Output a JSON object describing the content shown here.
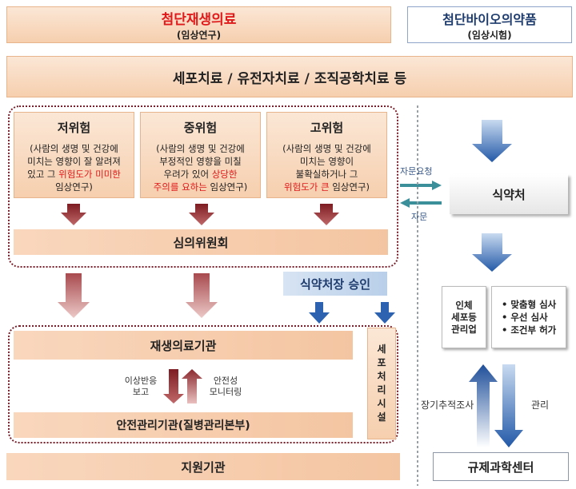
{
  "header": {
    "regen_title": "첨단재생의료",
    "regen_sub": "(임상연구)",
    "bio_title": "첨단바이오의약품",
    "bio_sub": "(임상시험)"
  },
  "banner": "세포치료 / 유전자치료 / 조직공학치료 등",
  "risks": [
    {
      "title": "저위험",
      "line1": "(사람의 생명 및 건강에",
      "line2": "미치는 영향이 잘 알려져",
      "line3_a": "있고 그 ",
      "line3_red": "위험도가 미미한",
      "line4": "임상연구)"
    },
    {
      "title": "중위험",
      "line1": "(사람의 생명 및 건강에",
      "line2": "부정적인 영향을 미칠",
      "line3_a": "우려가 있어 ",
      "line3_red": "상당한",
      "line4_red": "주의를 요하는",
      "line4_b": " 임상연구)"
    },
    {
      "title": "고위험",
      "line1": "(사람의 생명 및 건강에",
      "line2": "미치는 영향이",
      "line3": "불확실하거나 그",
      "line4_red": "위험도가 큰",
      "line4_b": " 임상연구)"
    }
  ],
  "committee": "심의위원회",
  "approval": "식약처장 승인",
  "mfds": "식약처",
  "consult_request": "자문요청",
  "consult": "자문",
  "regen_institution": "재생의료기관",
  "adverse_report": "이상반응\n보고",
  "adverse_line1": "이상반응",
  "adverse_line2": "보고",
  "safety_line1": "안전성",
  "safety_line2": "모니터링",
  "safety_agency": "안전관리기관(질병관리본부)",
  "cell_facility": [
    "세",
    "포",
    "처",
    "리",
    "시",
    "설"
  ],
  "support": "지원기관",
  "cell_business_line1": "인체",
  "cell_business_line2": "세포등",
  "cell_business_line3": "관리업",
  "reviews": [
    "• 맞춤형 심사",
    "• 우선 심사",
    "• 조건부 허가"
  ],
  "long_term": "장기추적조사",
  "manage": "관리",
  "science_center": "규제과학센터",
  "colors": {
    "accent_red": "#e0191a",
    "arrow_dark_red": "#8b2a2f",
    "arrow_blue": "#2f6fbf"
  }
}
